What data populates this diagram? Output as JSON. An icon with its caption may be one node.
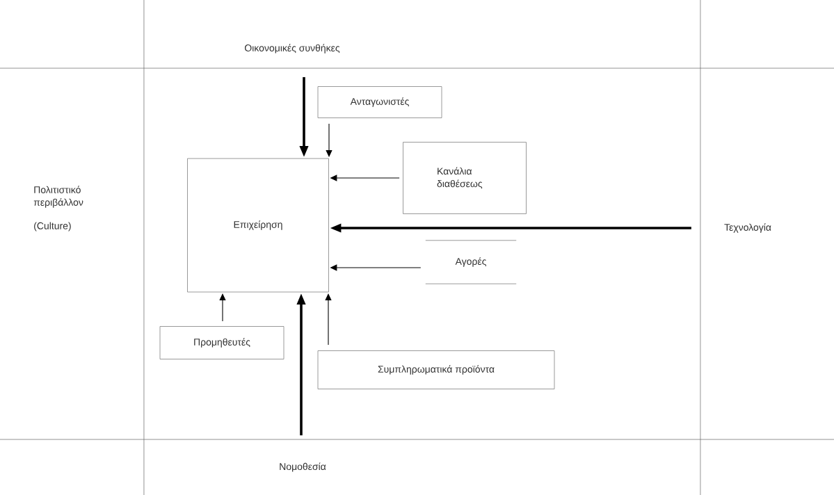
{
  "diagram": {
    "nodes": [
      {
        "text": [
          "Οικονομικές συνθήκες"
        ]
      },
      {
        "text": [
          "Ανταγωνιστές"
        ]
      },
      {
        "text": [
          "Επιχείρηση"
        ]
      },
      {
        "text": [
          "Κανάλια διαθέσεως"
        ]
      },
      {
        "text": [
          "Αγορές"
        ]
      },
      {
        "text": [
          "Τεχνολογία"
        ]
      },
      {
        "text": [
          "Προμηθευτές"
        ]
      },
      {
        "text": [
          "Συμπληρωματικά προϊόντα"
        ]
      },
      {
        "text": [
          "Νομοθεσία"
        ]
      }
    ],
    "edges": [
      {
        "from": 0,
        "to": 2,
        "arrow": "to",
        "style": "thick"
      },
      {
        "from": 1,
        "to": 2,
        "arrow": "to"
      },
      {
        "from": 3,
        "to": 2,
        "arrow": "to"
      },
      {
        "from": 5,
        "to": 2,
        "arrow": "to",
        "style": "thick"
      },
      {
        "from": 4,
        "to": 2,
        "arrow": "to"
      },
      {
        "from": 6,
        "to": 2,
        "arrow": "to"
      },
      {
        "from": 7,
        "to": 2,
        "arrow": "to"
      },
      {
        "from": 8,
        "to": 2,
        "arrow": "to",
        "style": "thick"
      }
    ],
    "labels": [
      "Πολιτιστικό περιβάλλον",
      "(Culture)"
    ]
  }
}
